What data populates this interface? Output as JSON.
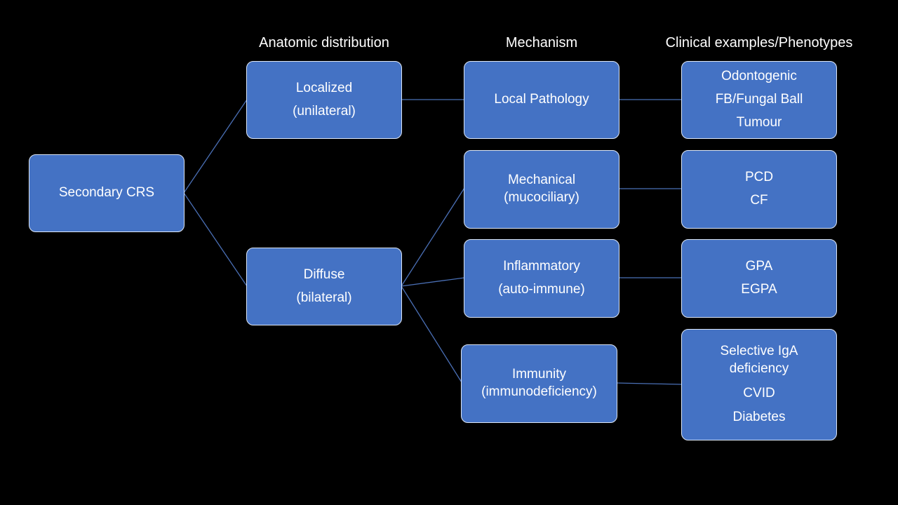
{
  "headers": {
    "anatomic": "Anatomic distribution",
    "mechanism": "Mechanism",
    "clinical": "Clinical examples/Phenotypes"
  },
  "root": {
    "lines": [
      "Secondary CRS"
    ]
  },
  "anatomic": [
    {
      "lines": [
        "Localized",
        "(unilateral)"
      ]
    },
    {
      "lines": [
        "Diffuse",
        "(bilateral)"
      ]
    }
  ],
  "mechanism": [
    {
      "lines": [
        "Local Pathology"
      ]
    },
    {
      "lines": [
        "Mechanical",
        "(mucociliary)"
      ]
    },
    {
      "lines": [
        "Inflammatory",
        "(auto-immune)"
      ]
    },
    {
      "lines": [
        "Immunity",
        "(immunodeficiency)"
      ]
    }
  ],
  "clinical": [
    {
      "lines": [
        "Odontogenic",
        "FB/Fungal Ball",
        "Tumour"
      ]
    },
    {
      "lines": [
        "PCD",
        "CF"
      ]
    },
    {
      "lines": [
        "GPA",
        "EGPA"
      ]
    },
    {
      "lines": [
        "Selective IgA",
        "deficiency",
        "CVID",
        "Diabetes"
      ]
    }
  ],
  "colors": {
    "box_fill": "#4472c4",
    "box_border": "#dce6f5",
    "connector": "#4a6fb5",
    "background": "#000000"
  }
}
